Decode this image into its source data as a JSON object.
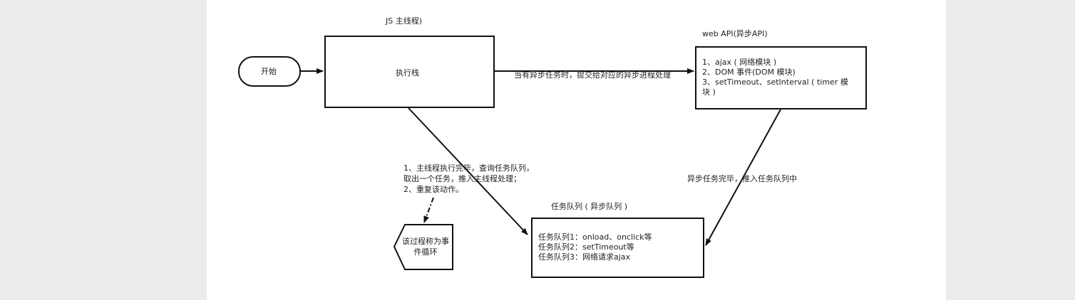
{
  "js_main_thread_title": "JS 主线程)",
  "start_label": "开始",
  "exec_stack_label": "执行栈",
  "webapi_title": "web API(异步API)",
  "webapi_items": [
    "1、ajax ( 网络模块 )",
    "2、DOM 事件(DOM 模块)",
    "3、setTimeout、setInterval ( timer 模",
    "块 )"
  ],
  "async_dispatch_label": "当有异步任务时，提交给对应的异步进程处理",
  "async_done_label": "异步任务完毕，推入任务队列中",
  "main_note_lines": [
    "1、主线程执行完毕，查询任务队列，",
    "取出一个任务，推入主线程处理；",
    "2、重复该动作。"
  ],
  "event_loop_lines": [
    "该过程称为事",
    "件循环"
  ],
  "task_queue_title": "任务队列 ( 异步队列 )",
  "task_queue_items": [
    "任务队列1：onload、onclick等",
    "任务队列2：setTimeout等",
    "任务队列3：网络请求ajax"
  ]
}
